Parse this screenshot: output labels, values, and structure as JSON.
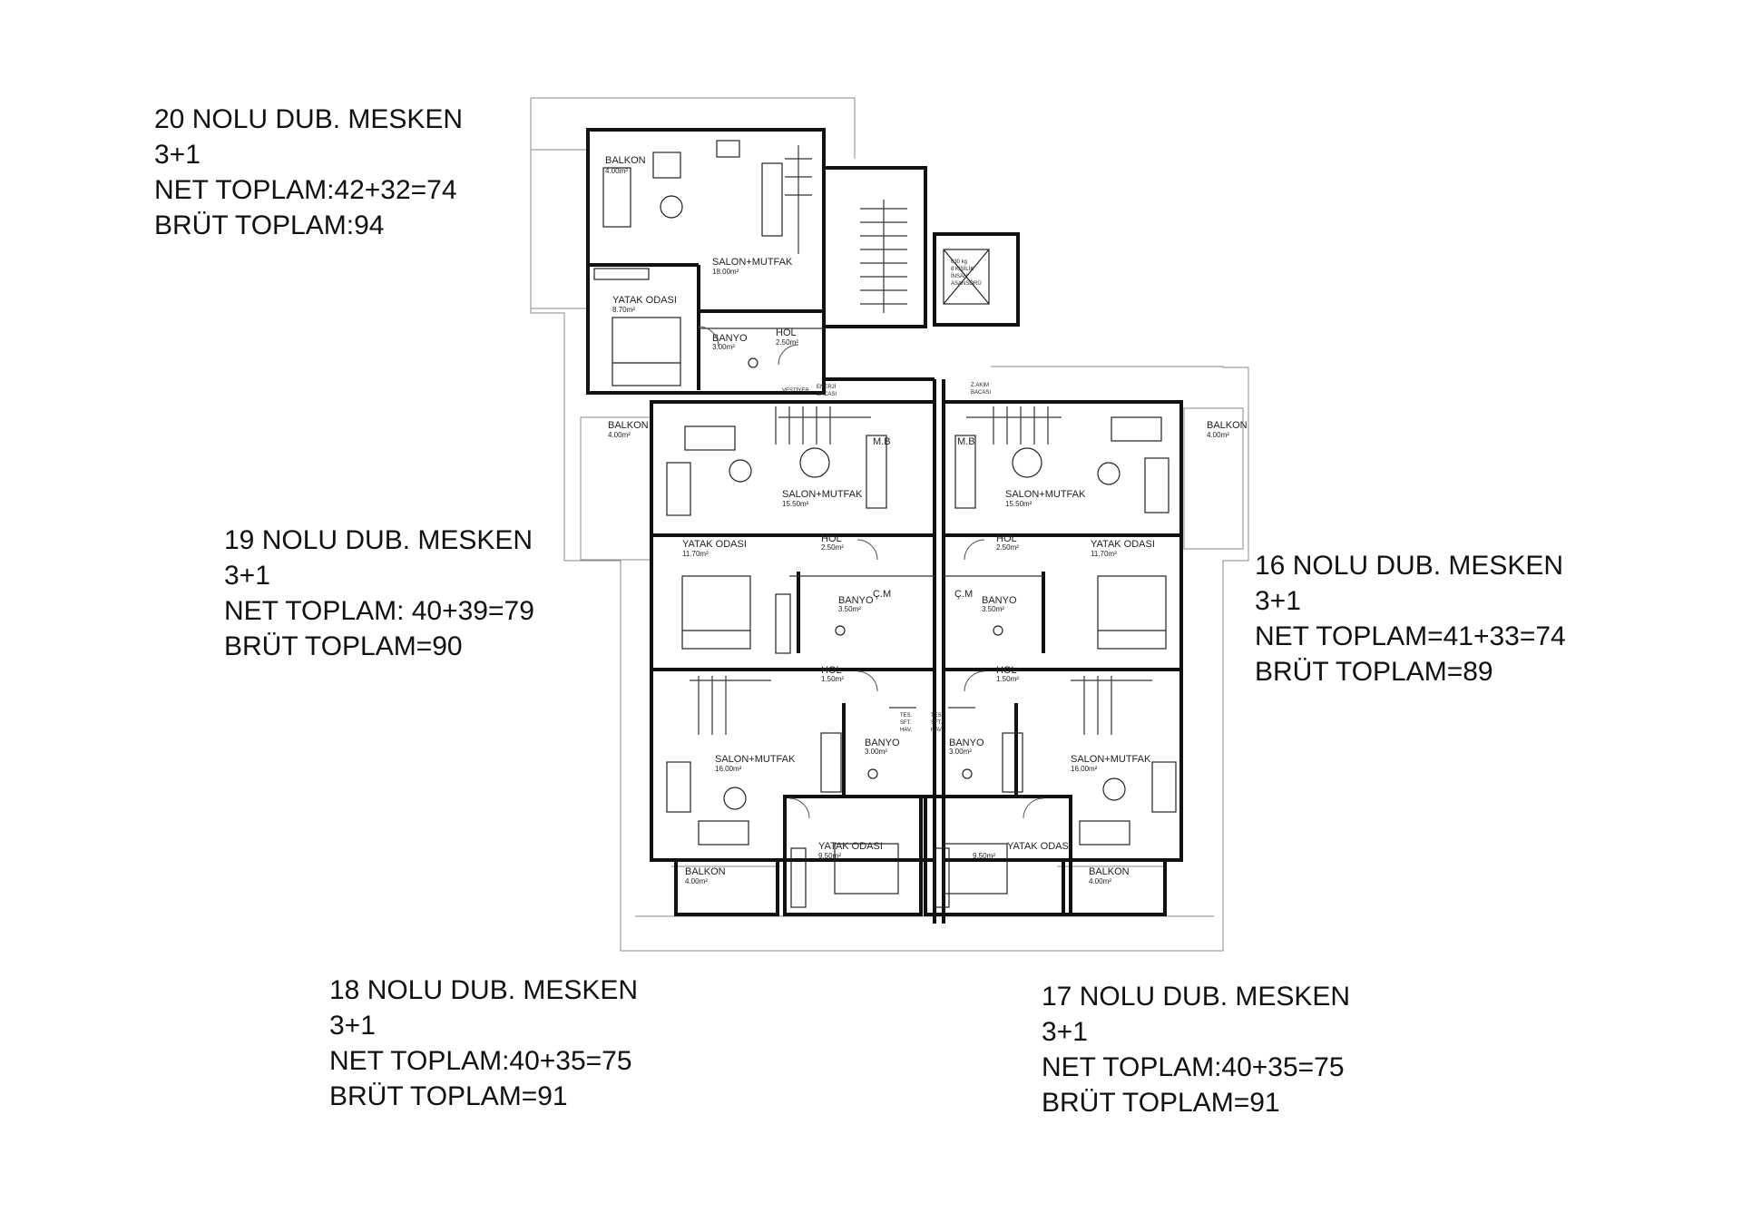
{
  "units": [
    {
      "id": "u20",
      "title": "20 NOLU DUB. MESKEN",
      "type": "3+1",
      "net": "NET TOPLAM:42+32=74",
      "gross": "BRÜT TOPLAM:94"
    },
    {
      "id": "u19",
      "title": "19 NOLU DUB. MESKEN",
      "type": "3+1",
      "net": "NET TOPLAM: 40+39=79",
      "gross": "BRÜT TOPLAM=90"
    },
    {
      "id": "u16",
      "title": "16 NOLU DUB. MESKEN",
      "type": "3+1",
      "net": "NET TOPLAM=41+33=74",
      "gross": "BRÜT TOPLAM=89"
    },
    {
      "id": "u18",
      "title": "18 NOLU DUB. MESKEN",
      "type": "3+1",
      "net": "NET TOPLAM:40+35=75",
      "gross": "BRÜT TOPLAM=91"
    },
    {
      "id": "u17",
      "title": "17 NOLU DUB. MESKEN",
      "type": "3+1",
      "net": "NET TOPLAM:40+35=75",
      "gross": "BRÜT TOPLAM=91"
    }
  ],
  "rooms": {
    "balkon": "BALKON",
    "balkon_area": "4.00m²",
    "salon": "SALON+MUTFAK",
    "salon_a": "18.00m²",
    "salon_b": "15.50m²",
    "salon_c": "16.00m²",
    "yatak": "YATAK ODASI",
    "yatak_a": "8.70m²",
    "yatak_b": "11.70m²",
    "yatak_c": "9.50m²",
    "hol": "HOL",
    "hol_a": "2.50m²",
    "hol_b": "1.50m²",
    "banyo": "BANYO",
    "banyo_a": "3.00m²",
    "banyo_b": "3.50m²",
    "vestiyer": "VESTİYER",
    "enerji1": "ENERJİ",
    "enerji2": "BACASI",
    "zakim1": "Z.AKIM",
    "zakim2": "BACASI",
    "elevator1": "630 kg",
    "elevator2": "8 KİŞİLİK",
    "elevator3": "İNSAN",
    "elevator4": "ASANSÖRÜ",
    "cm": "Ç.M",
    "mb": "M.B",
    "tes1": "TES.",
    "tes2": "SFT.",
    "tes3": "HAV."
  }
}
